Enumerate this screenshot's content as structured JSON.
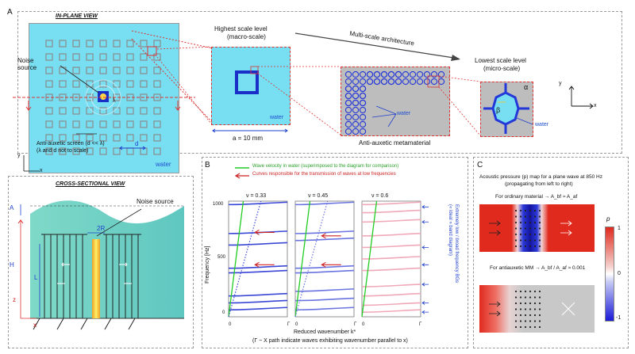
{
  "panel_a": {
    "label": "A",
    "in_plane_title": "IN-PLANE VIEW",
    "noise_source": "Noise\nsource",
    "anti_auxetic_screen": "Anti-auxetic screen (d << λ)",
    "not_to_scale": "(λ and d not to scale)",
    "d_label": "d",
    "water": "water",
    "lambda": "λ",
    "axis_y": "y",
    "axis_x": "x",
    "highest_scale": "Highest scale level",
    "macro_scale": "(macro-scale)",
    "multi_scale": "Multi-scale architecture",
    "lowest_scale": "Lowest scale level",
    "micro_scale": "(micro-scale)",
    "a_label": "a = 10 mm",
    "metamaterial": "Anti-auxetic metamaterial",
    "alpha": "α",
    "beta": "β",
    "cross_title": "CROSS-SECTIONAL VIEW",
    "noise_source_cs": "Noise source",
    "two_r": "2R",
    "h_label": "H",
    "a_small": "A",
    "l_label": "L",
    "axis_z": "z"
  },
  "panel_b": {
    "label": "B",
    "legend_green": "Wave velocity in water (superimposed to the diagram for comparison)",
    "legend_red": "Curves responsible for the transmission of waves at low frequencies",
    "nu1": "ν = 0.33",
    "nu2": "ν = 0.45",
    "nu3": "ν = 0.6",
    "ylabel": "Frequency [Hz]",
    "xlabel": "Reduced wavenumber k*",
    "xnote": "(Γ − X path indicate waves exhibiting wavenumber parallel to x)",
    "y_ticks": [
      "1000",
      "500",
      "0"
    ],
    "x_tick0": "0",
    "x_tick1": "Γ",
    "side_note": "Extremely low / broad frequency BGs\n(« ideal » band diagram)"
  },
  "panel_c": {
    "label": "C",
    "title1": "Acoustic pressure (p) map for a plane wave at 850 Hz",
    "title2": "(propagating from left to right)",
    "ordinary": "For ordinary material → A_bf ≈ A_af",
    "antiauxetic": "For antiauxetic MM → A_bf / A_af ≈ 0.001",
    "cbar_p": "p",
    "cbar_1": "1",
    "cbar_0": "0",
    "cbar_m1": "-1"
  },
  "colors": {
    "water": "#77e0f0",
    "cell_blue": "#2437d8",
    "grey": "#bdbdbd",
    "red": "#e02a1e",
    "green": "#22cc22"
  }
}
